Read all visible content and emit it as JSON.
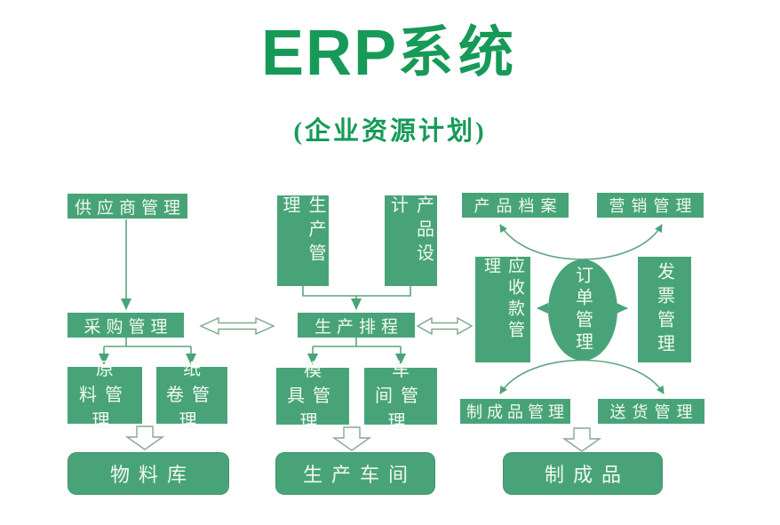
{
  "title": {
    "en": "ERP",
    "zh": "系统",
    "subtitle": "(企业资源计划)"
  },
  "colors": {
    "node_green": "#48a478",
    "title_green": "#179a58",
    "line_green": "#5fa383",
    "text_white": "#f2f8f2"
  },
  "nodes": {
    "supplier": {
      "label": "供应商管理"
    },
    "production_mgmt": {
      "label": "生产管理"
    },
    "product_design": {
      "label": "产品设计"
    },
    "product_archive": {
      "label": "产品档案"
    },
    "marketing": {
      "label": "营销管理"
    },
    "procurement": {
      "label": "采购管理"
    },
    "scheduling": {
      "label": "生产排程"
    },
    "receivables": {
      "label": "应收款管理"
    },
    "order_mgmt": {
      "label": "订单管理"
    },
    "invoice": {
      "label": "发票管理"
    },
    "raw_material": {
      "label": "原料管理"
    },
    "paper_roll": {
      "label": "纸卷管理"
    },
    "mold": {
      "label": "模具管理"
    },
    "workshop": {
      "label": "车间管理"
    },
    "finished_goods_mgmt": {
      "label": "制成品管理"
    },
    "delivery": {
      "label": "送货管理"
    },
    "material_store": {
      "label": "物料库"
    },
    "production_floor": {
      "label": "生产车间"
    },
    "finished_goods": {
      "label": "制成品"
    }
  }
}
